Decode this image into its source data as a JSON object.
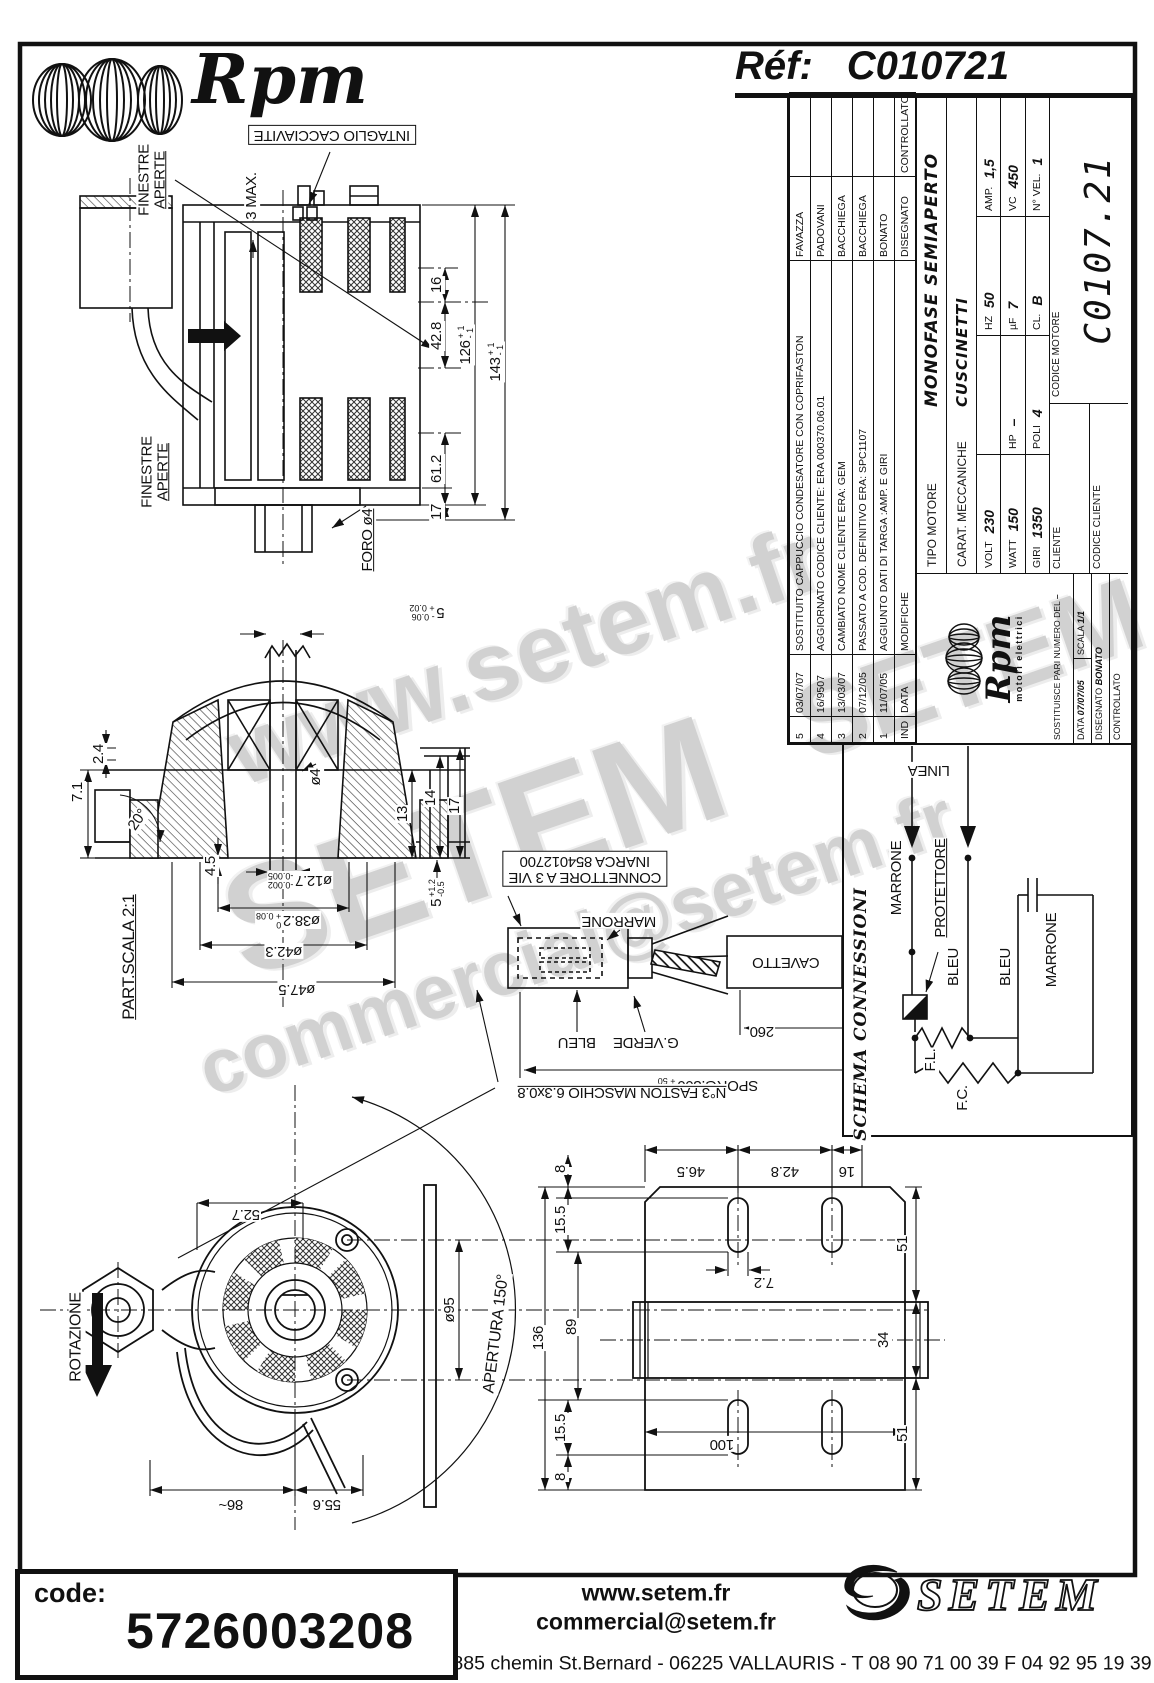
{
  "header": {
    "brand": "Rpm",
    "ref_label": "Réf:",
    "ref_value": "C010721"
  },
  "watermarks": {
    "w1": "www.setem.fr",
    "w2": "SETEM",
    "w3": "commercial@setem.fr",
    "w4": "SETEM"
  },
  "title_block": {
    "rev_header": {
      "ind": "IND",
      "data": "DATA",
      "modifiche": "MODIFICHE",
      "disegnato": "DISEGNATO",
      "controllato": "CONTROLLATO"
    },
    "revisions": [
      {
        "n": "5",
        "date": "03/07/07",
        "desc": "SOSTITUITO CAPPUCCIO CONDESATORE CON COPRIFASTON",
        "name": "FAVAZZA"
      },
      {
        "n": "4",
        "date": "16/9507",
        "desc": "AGGIORNATO CODICE CLIENTE: ERA 000370.06.01",
        "name": "PADOVANI"
      },
      {
        "n": "3",
        "date": "13/03/07",
        "desc": "CAMBIATO NOME CLIENTE ERA: GEM",
        "name": "BACCHIEGA"
      },
      {
        "n": "2",
        "date": "07/12/05",
        "desc": "PASSATO A COD. DEFINITIVO ERA: SPC1107",
        "name": "BACCHIEGA"
      },
      {
        "n": "1",
        "date": "11/07/05",
        "desc": "AGGIUNTO DATI DI TARGA :AMP. E GIRI",
        "name": "BONATO"
      }
    ],
    "tipo_label": "TIPO MOTORE",
    "tipo_value": "MONOFASE SEMIAPERTO",
    "carat_label": "CARAT. MECCANICHE",
    "carat_value": "CUSCINETTI",
    "specs": {
      "volt_label": "VOLT",
      "volt": "230",
      "hz_label": "HZ",
      "hz": "50",
      "amp_label": "AMP.",
      "amp": "1,5",
      "watt_label": "WATT",
      "watt": "150",
      "hp_label": "HP",
      "hp": "–",
      "uf_label": "µF",
      "uf": "7",
      "vc_label": "VC",
      "vc": "450",
      "giri_label": "GIRI",
      "giri": "1350",
      "poli_label": "POLI",
      "poli": "4",
      "cl_label": "CL.",
      "cl": "B",
      "nvel_label": "N° VEL.",
      "nvel": "1"
    },
    "logo_text": "Rpm",
    "logo_sub": "motori elettrici",
    "sostituisce_label": "SOSTITUISCE PARI NUMERO DEL",
    "sostituisce_value": "–",
    "data_label": "DATA",
    "data_value": "07/07/05",
    "scala_label": "SCALA",
    "scala_value": "1/1",
    "disegnato_label": "DISEGNATO",
    "disegnato_value": "BONATO",
    "controllato_label": "CONTROLLATO",
    "cliente_label": "CLIENTE",
    "codice_cliente_label": "CODICE CLIENTE",
    "codice_motore_label": "CODICE MOTORE",
    "codice_motore_value": "C0107.21"
  },
  "schema": {
    "title": "SCHEMA CONNESSIONI",
    "linea": "LINEA",
    "marrone_left": "MARRONE",
    "protettore": "PROTETTORE",
    "bleu_left": "BLEU",
    "bleu_right": "BLEU",
    "marrone_right": "MARRONE",
    "fl": "F.L.",
    "fc": "F.C."
  },
  "side_view": {
    "finestre_top": "FINESTRE",
    "aperte_top": "APERTE",
    "intaglio": "INTAGLIO CACCIAVITE",
    "max3": "3 MAX.",
    "finestre_bottom": "FINESTRE",
    "aperte_bottom": "APERTE",
    "foro": "FORO ø4",
    "dim_16": "16",
    "dim_428": "42.8",
    "dim_126": "126",
    "dim_126_tp": "+ 1",
    "dim_126_tm": "- 1",
    "dim_143": "143",
    "dim_143_tp": "+ 1",
    "dim_143_tm": "- 1",
    "dim_612": "61.2",
    "dim_17": "17"
  },
  "section_view": {
    "scale_note": "PART.SCALA 2:1",
    "dim_5": "5",
    "dim_5_tp": "- 0.06",
    "dim_5_tm": "+ 0.02",
    "dim_24": "2.4",
    "dim_71": "7.1",
    "angle": "20°",
    "dim_45": "4.5",
    "dim_fi4": "ø4",
    "dim_127": "ø12.7",
    "dim_127_tp": "-0.002",
    "dim_127_tm": "-0.005",
    "dim_382": "ø38.2",
    "dim_382_tp": "0",
    "dim_382_tm": "+ 0.08",
    "dim_423": "ø42.3",
    "dim_475": "ø47.5",
    "dim_13": "13",
    "dim_14": "14",
    "dim_17": "17",
    "dim_5b": "5",
    "dim_5b_tp": "+1.2",
    "dim_5b_tm": "-0.5"
  },
  "connector_view": {
    "inarca": "INARCA 854012700",
    "connettore": "CONNETTORE A 3 VIE",
    "marrone": "MARRONE",
    "bleu": "BLEU",
    "gverde": "G.VERDE",
    "cavetto": "CAVETTO",
    "dim_260": "260",
    "sporg": "SPORG.300",
    "sporg_tp": "0",
    "sporg_tm": "+ 50",
    "faston": "N°3 FASTON MASCHIO 6.3x0.8"
  },
  "front_view": {
    "rotazione": "ROTAZIONE",
    "dim_527": "52.7",
    "dim_95": "ø95",
    "apertura": "APERTURA 150°",
    "dim_86": "86~",
    "dim_556": "55.6"
  },
  "plate_view": {
    "dim_465": "46.5",
    "dim_428": "42.8",
    "dim_16": "16",
    "dim_72": "7.2",
    "dim_8a": "8",
    "dim_155a": "15.5",
    "dim_136": "136",
    "dim_89": "89",
    "dim_155b": "15.5",
    "dim_8b": "8",
    "dim_51a": "51",
    "dim_34": "34",
    "dim_51b": "51",
    "dim_100": "100"
  },
  "footer": {
    "code_label": "code:",
    "code_value": "5726003208",
    "site": "www.setem.fr",
    "email": "commercial@setem.fr",
    "address": "885 chemin St.Bernard  -  06225 VALLAURIS  -  T 08 90 71 00 39   F 04 92 95 19 39",
    "logo": "SETEM"
  }
}
